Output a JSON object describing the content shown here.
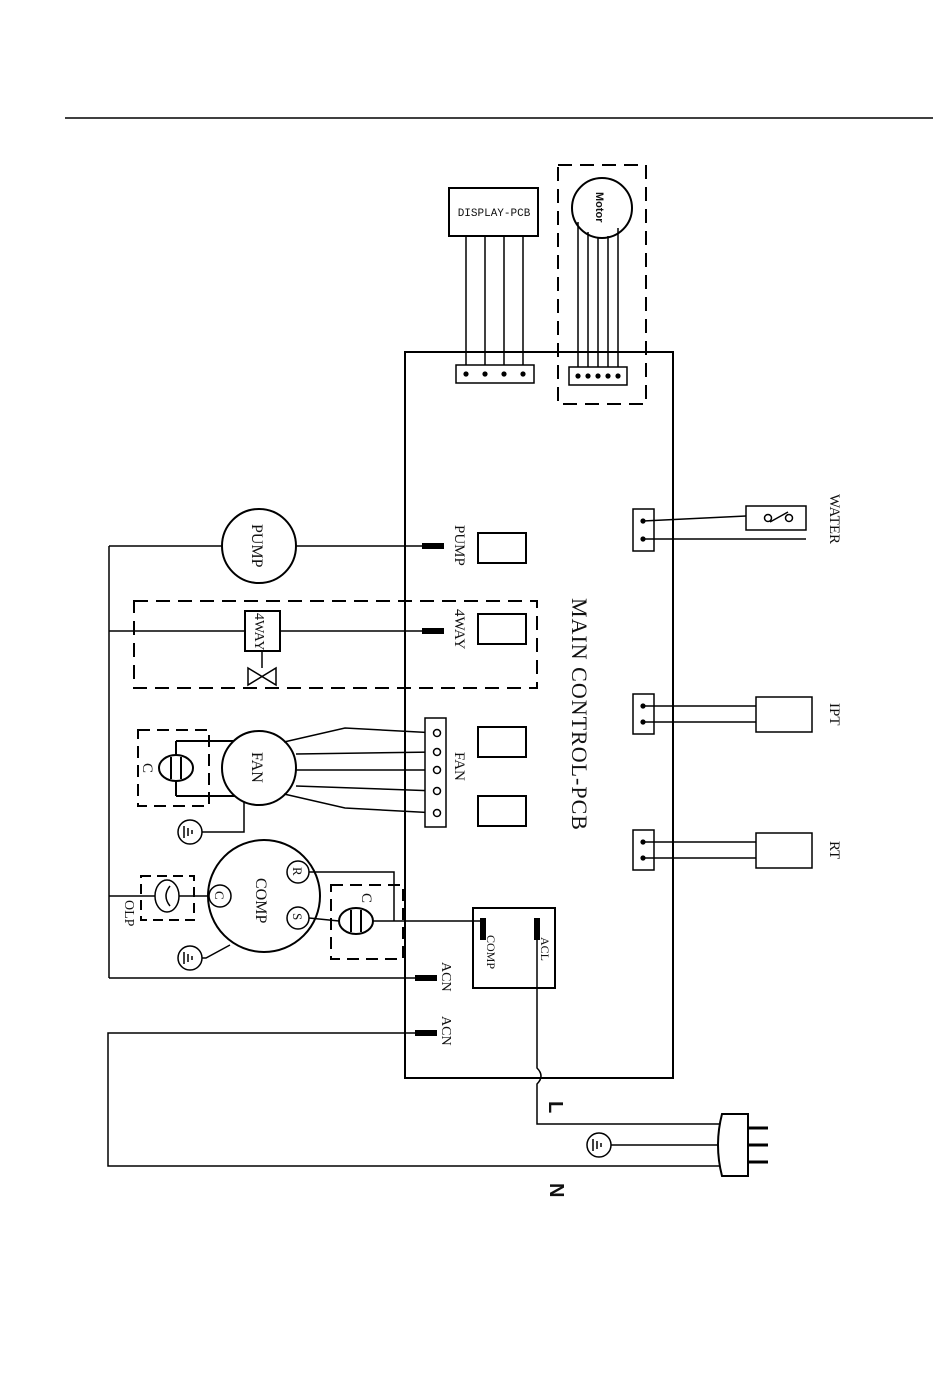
{
  "diagram": {
    "labels": {
      "display_pcb": "DISPLAY-PCB",
      "motor": "Motor",
      "main_control_pcb": "MAIN CONTROL-PCB",
      "pump_comp": "PUMP",
      "pump_conn": "PUMP",
      "fourway_comp": "4WAY",
      "fourway_conn": "4WAY",
      "fan_comp": "FAN",
      "fan_conn": "FAN",
      "fan_cap": "C",
      "comp": "COMP",
      "comp_r": "R",
      "comp_s": "S",
      "comp_c": "C",
      "comp_cap": "C",
      "olp": "OLP",
      "relay_comp": "COMP",
      "relay_acl": "ACL",
      "acn_1": "ACN",
      "acn_2": "ACN",
      "water": "WATER",
      "ipt": "IPT",
      "rt": "RT",
      "line_l": "L",
      "line_n": "N"
    }
  }
}
